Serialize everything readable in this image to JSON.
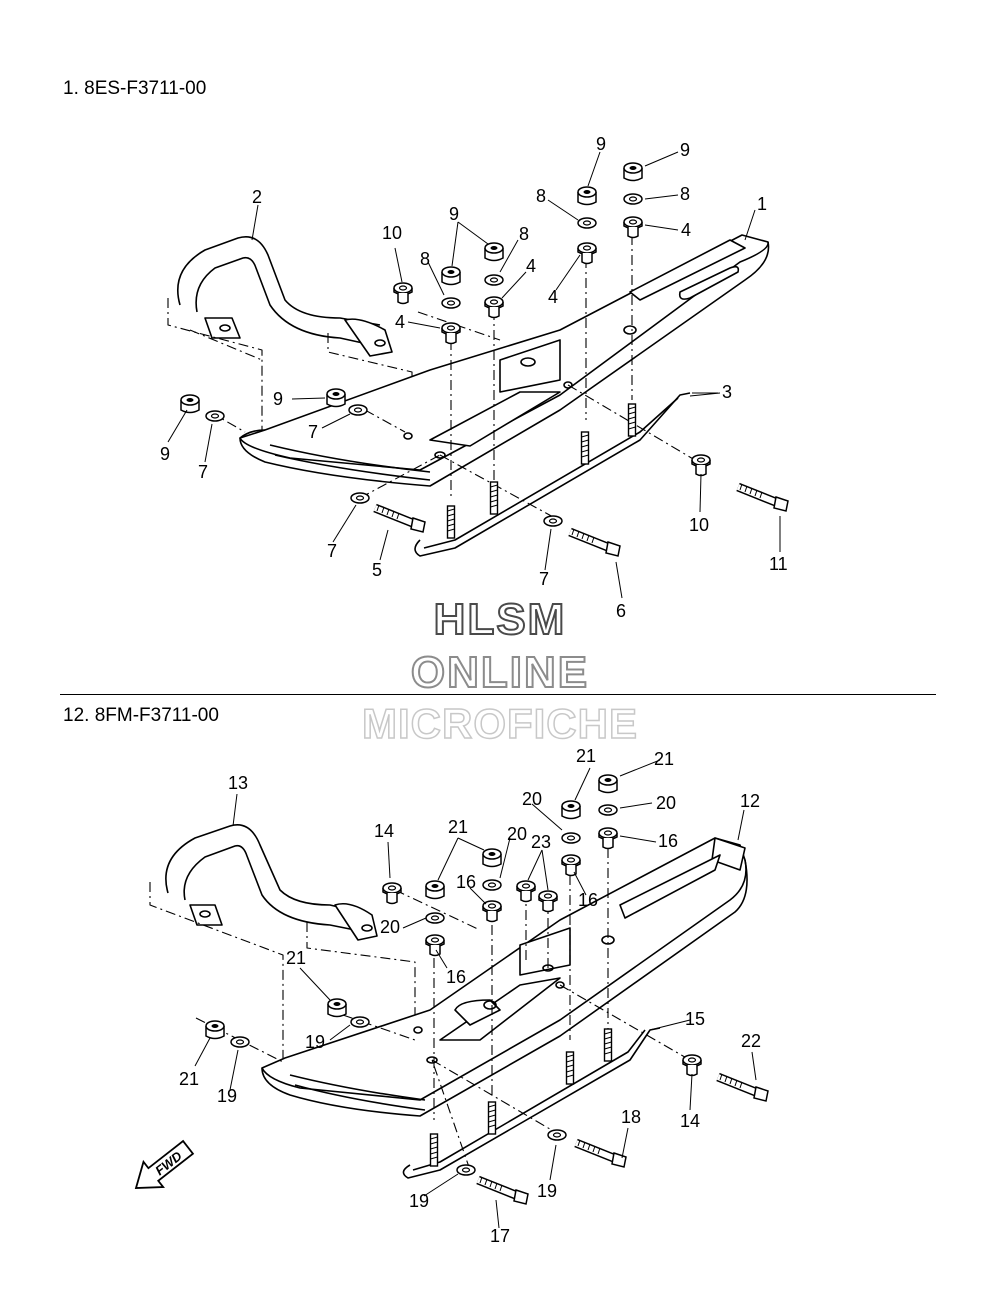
{
  "diagram1": {
    "title": "1. 8ES-F3711-00",
    "callouts": [
      "1",
      "2",
      "3",
      "4",
      "4",
      "4",
      "4",
      "5",
      "6",
      "7",
      "7",
      "7",
      "7",
      "8",
      "8",
      "8",
      "8",
      "9",
      "9",
      "9",
      "9",
      "9",
      "10",
      "10",
      "11"
    ]
  },
  "diagram2": {
    "title": "12. 8FM-F3711-00",
    "callouts": [
      "12",
      "13",
      "14",
      "14",
      "15",
      "16",
      "16",
      "16",
      "16",
      "17",
      "18",
      "19",
      "19",
      "19",
      "19",
      "20",
      "20",
      "20",
      "20",
      "21",
      "21",
      "21",
      "21",
      "21",
      "22",
      "23"
    ]
  },
  "watermark": {
    "line1": "HLSM",
    "line2": "ONLINE",
    "line3": "MICROFICHE"
  },
  "fwd_label": "FWD",
  "colors": {
    "ink": "#000000",
    "background": "#ffffff"
  }
}
